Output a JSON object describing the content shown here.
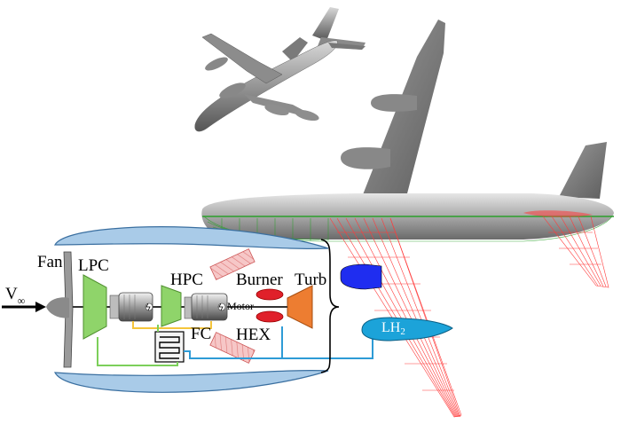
{
  "labels": {
    "fan": "Fan",
    "lpc": "LPC",
    "hpc": "HPC",
    "burner": "Burner",
    "turb": "Turb",
    "motor": "Motor",
    "fc": "FC",
    "hex": "HEX",
    "v_inf_base": "V",
    "v_inf_sub": "∞",
    "lh2_base": "LH",
    "lh2_sub": "2"
  },
  "colors": {
    "nacelle": "#a9cbe8",
    "compressor": "#8fd46a",
    "turbine": "#ed7d31",
    "burner": "#e0202a",
    "lh2_tank": "#1ca3d9",
    "hex_fill": "#f3b8b8",
    "fuel_line_blue": "#2e9bd6",
    "line_green": "#7ccf5a",
    "line_yellow": "#f5c53c",
    "fuselage_mesh": "#2ca02c",
    "wing_mesh": "#ff3b3b",
    "aircraft_gray": "#9a9a9a",
    "engine_blue": "#1f2df0"
  }
}
